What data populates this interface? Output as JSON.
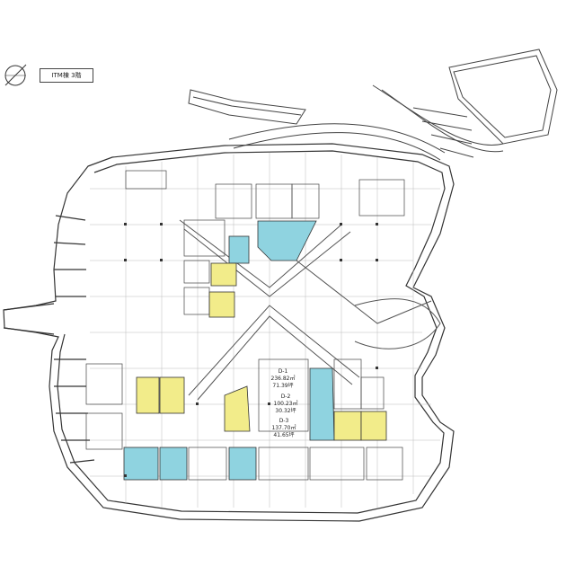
{
  "floor_title": "ITM棟 3階",
  "colors": {
    "wall": "#333333",
    "cyan_unit": "#8fd3e0",
    "yellow_unit": "#f2ec8a",
    "grid": "#999999"
  },
  "units": {
    "d1": {
      "id": "D-1",
      "area": "236.82㎡",
      "tsubo": "71.39坪"
    },
    "d2": {
      "id": "D-2",
      "area": "100.23㎡",
      "tsubo": "30.32坪"
    },
    "d3": {
      "id": "D-3",
      "area": "137.70㎡",
      "tsubo": "41.65坪"
    }
  }
}
